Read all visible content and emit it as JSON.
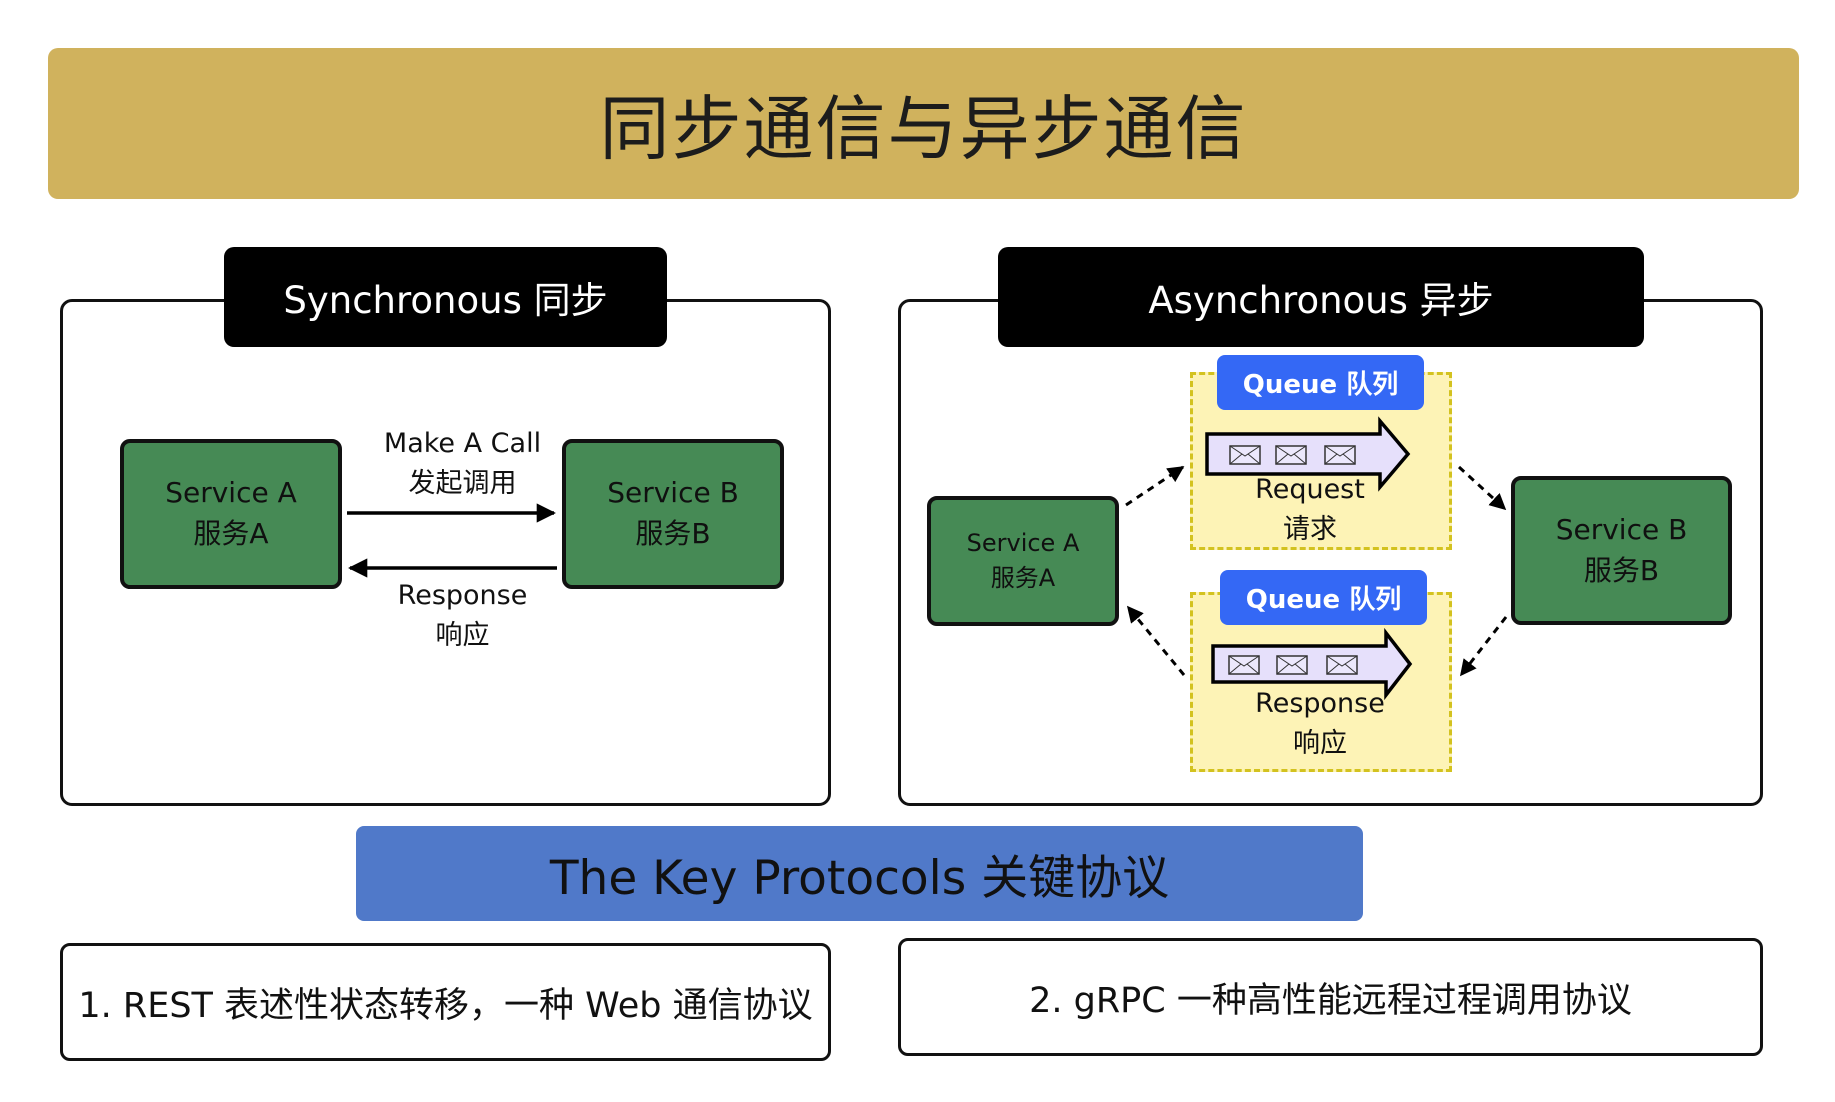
{
  "title": "同步通信与异步通信",
  "sync": {
    "label": "Synchronous  同步",
    "service_a": {
      "en": "Service A",
      "zh": "服务A"
    },
    "service_b": {
      "en": "Service B",
      "zh": "服务B"
    },
    "call": {
      "en": "Make A Call",
      "zh": "发起调用"
    },
    "response": {
      "en": "Response",
      "zh": "响应"
    }
  },
  "async": {
    "label": "Asynchronous  异步",
    "service_a": {
      "en": "Service A",
      "zh": "服务A"
    },
    "service_b": {
      "en": "Service B",
      "zh": "服务B"
    },
    "queue_top": {
      "label": "Queue 队列",
      "en": "Request",
      "zh": "请求"
    },
    "queue_bottom": {
      "label": "Queue 队列",
      "en": "Response",
      "zh": "响应"
    }
  },
  "protocols": {
    "title": "The Key Protocols  关键协议",
    "items": [
      "1. REST  表述性状态转移，一种 Web 通信协议",
      "2. gRPC 一种高性能远程过程调用协议"
    ]
  },
  "colors": {
    "title_bg": "#d0b25d",
    "service_green": "#468a55",
    "queue_blue": "#3468f5",
    "queue_yellow": "#fdf3b6",
    "queue_border": "#d3c21f",
    "protocols_blue": "#5079c9",
    "message_purple": "#e6e0fb"
  },
  "icons": [
    "arrow-right-icon",
    "arrow-left-icon",
    "envelope-icon",
    "dashed-arrow-icon",
    "block-arrow-icon"
  ]
}
